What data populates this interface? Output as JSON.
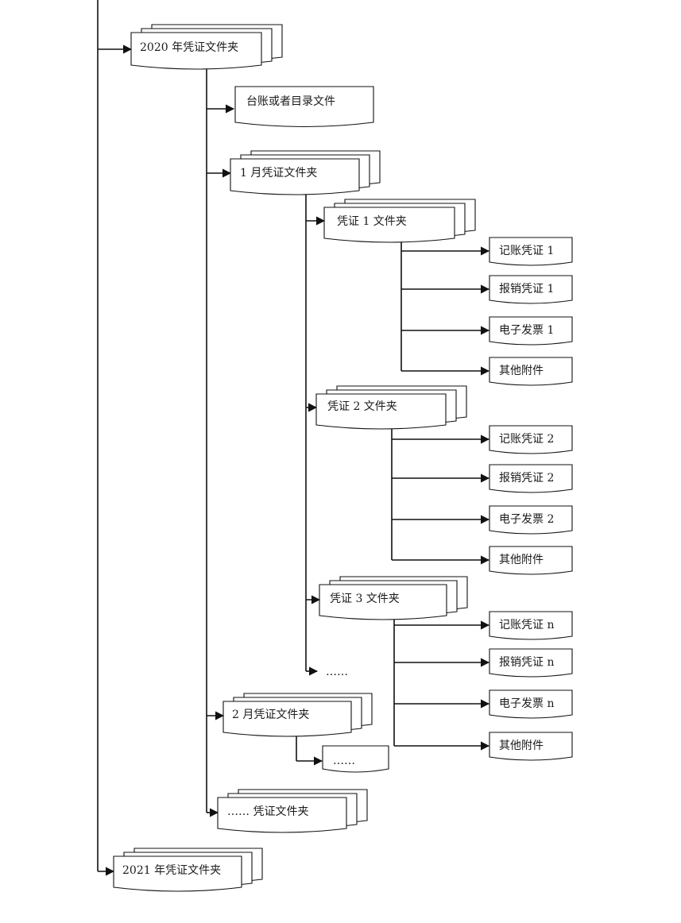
{
  "folders": {
    "year_2020": "2020 年凭证文件夹",
    "ledger": "台账或者目录文件",
    "month_1": "1 月凭证文件夹",
    "voucher_1": "凭证 1 文件夹",
    "voucher_2": "凭证 2 文件夹",
    "voucher_3": "凭证 3 文件夹",
    "month_1_more": "……",
    "month_2": "2 月凭证文件夹",
    "month_2_more": "……",
    "more_months": "…… 凭证文件夹",
    "year_2021": "2021 年凭证文件夹"
  },
  "files": {
    "v1": [
      "记账凭证 1",
      "报销凭证 1",
      "电子发票 1",
      "其他附件"
    ],
    "v2": [
      "记账凭证 2",
      "报销凭证 2",
      "电子发票 2",
      "其他附件"
    ],
    "v3": [
      "记账凭证 n",
      "报销凭证 n",
      "电子发票 n",
      "其他附件"
    ]
  }
}
